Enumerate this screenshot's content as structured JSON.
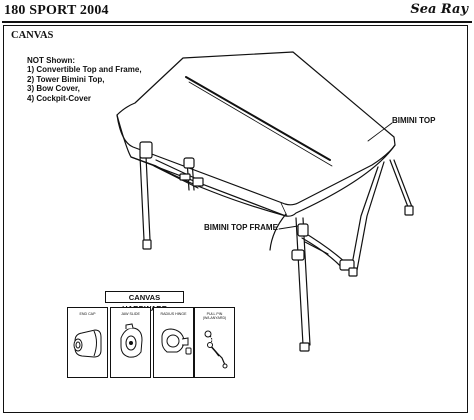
{
  "header": {
    "model_title": "180 SPORT 2004",
    "brand_logo": "Sea Ray"
  },
  "section": {
    "title": "CANVAS"
  },
  "not_shown": {
    "heading": "NOT Shown:",
    "items": [
      "1) Convertible Top and Frame,",
      "2) Tower Bimini Top,",
      "3) Bow Cover,",
      "4) Cockpit-Cover"
    ]
  },
  "callouts": {
    "bimini_top": "BIMINI TOP",
    "bimini_top_frame": "BIMINI TOP FRAME"
  },
  "hardware": {
    "title": "CANVAS HARDWARE",
    "items": [
      {
        "label": "END CAP",
        "icon": "end-cap-icon"
      },
      {
        "label": "JAW SLIDE",
        "icon": "jaw-slide-icon"
      },
      {
        "label": "RADIUS HINGE",
        "icon": "radius-hinge-icon"
      },
      {
        "label": "PULL PIN (W/LANYARD)",
        "icon": "pull-pin-icon"
      }
    ]
  }
}
